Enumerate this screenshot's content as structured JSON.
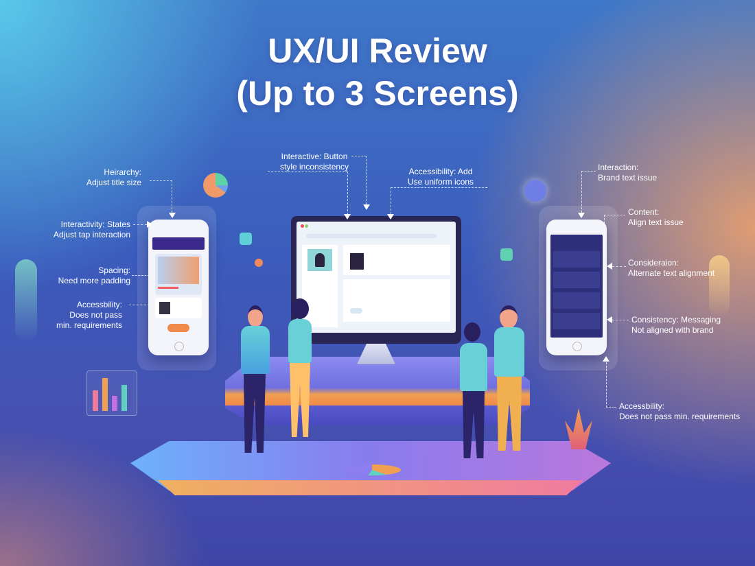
{
  "title": {
    "line1": "UX/UI Review",
    "line2": "(Up to 3 Screens)"
  },
  "annotations": {
    "left": [
      {
        "title": "Heirarchy:",
        "detail": "Adjust title size"
      },
      {
        "title": "Interactivity: States",
        "detail": "Adjust tap interaction"
      },
      {
        "title": "Spacing:",
        "detail": "Need more padding"
      },
      {
        "title": "Accessbility:",
        "detail": "Does not pass",
        "detail2": "min. requirements"
      }
    ],
    "center": [
      {
        "title": "Interactive: Button",
        "detail": "style inconsistency"
      },
      {
        "title": "Accessibility: Add",
        "detail": "Use uniform icons"
      }
    ],
    "right": [
      {
        "title": "Interaction:",
        "detail": "Brand text issue"
      },
      {
        "title": "Content:",
        "detail": "Align text issue"
      },
      {
        "title": "Consideraion:",
        "detail": "Alternate text alignment"
      },
      {
        "title": "Consistency: Messaging",
        "detail": "Not aligned with brand"
      },
      {
        "title": "Accessbility:",
        "detail": "Does not pass min. requirements"
      }
    ]
  },
  "colors": {
    "accent_purple": "#3b2a8c",
    "accent_orange": "#f08a4b",
    "platform_top": "#7a7fe0",
    "monitor_frame": "#2a2654"
  }
}
